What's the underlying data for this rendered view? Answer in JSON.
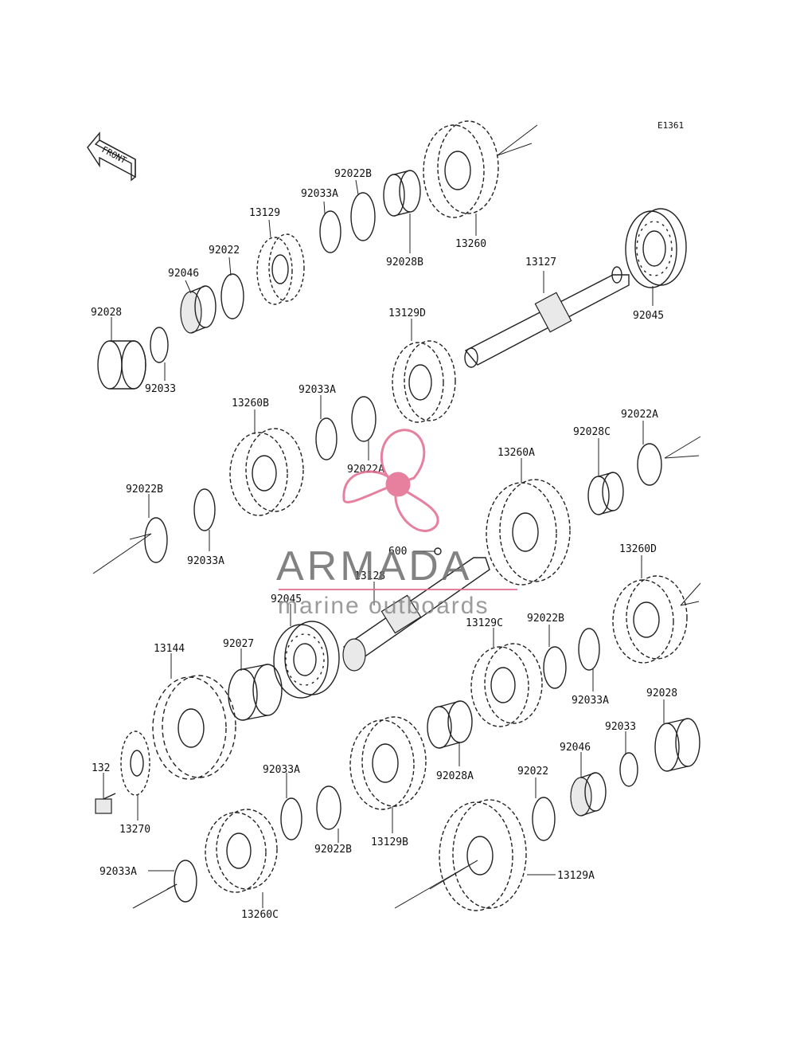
{
  "diagram": {
    "code": "E1361",
    "front_label": "FRONT",
    "parts": [
      {
        "id": "p-92028-top",
        "label": "92028",
        "kind": "collar"
      },
      {
        "id": "p-92033-top",
        "label": "92033",
        "kind": "ring"
      },
      {
        "id": "p-92046-top",
        "label": "92046",
        "kind": "bearing-needle"
      },
      {
        "id": "p-92022-top",
        "label": "92022",
        "kind": "washer"
      },
      {
        "id": "p-13129",
        "label": "13129",
        "kind": "gear"
      },
      {
        "id": "p-92033A-top",
        "label": "92033A",
        "kind": "ring"
      },
      {
        "id": "p-92022B-top",
        "label": "92022B",
        "kind": "washer"
      },
      {
        "id": "p-92028B",
        "label": "92028B",
        "kind": "bushing"
      },
      {
        "id": "p-13260",
        "label": "13260",
        "kind": "gear"
      },
      {
        "id": "p-13127",
        "label": "13127",
        "kind": "shaft"
      },
      {
        "id": "p-92045-top",
        "label": "92045",
        "kind": "bearing-ball"
      },
      {
        "id": "p-13129D",
        "label": "13129D",
        "kind": "gear"
      },
      {
        "id": "p-13260B",
        "label": "13260B",
        "kind": "gear"
      },
      {
        "id": "p-92033A-mid",
        "label": "92033A",
        "kind": "ring"
      },
      {
        "id": "p-92022A-mid",
        "label": "92022A",
        "kind": "washer"
      },
      {
        "id": "p-92022B-left",
        "label": "92022B",
        "kind": "washer"
      },
      {
        "id": "p-92033A-left",
        "label": "92033A",
        "kind": "ring"
      },
      {
        "id": "p-13260A",
        "label": "13260A",
        "kind": "gear"
      },
      {
        "id": "p-92028C",
        "label": "92028C",
        "kind": "bushing"
      },
      {
        "id": "p-92022A-right",
        "label": "92022A",
        "kind": "washer"
      },
      {
        "id": "p-600",
        "label": "600",
        "kind": "ball"
      },
      {
        "id": "p-13128",
        "label": "13128",
        "kind": "shaft"
      },
      {
        "id": "p-92045-low",
        "label": "92045",
        "kind": "bearing-ball"
      },
      {
        "id": "p-13260D",
        "label": "13260D",
        "kind": "gear"
      },
      {
        "id": "p-13144",
        "label": "13144",
        "kind": "sprocket"
      },
      {
        "id": "p-92027",
        "label": "92027",
        "kind": "collar"
      },
      {
        "id": "p-13129C",
        "label": "13129C",
        "kind": "gear"
      },
      {
        "id": "p-92022B-r",
        "label": "92022B",
        "kind": "washer"
      },
      {
        "id": "p-92033A-r",
        "label": "92033A",
        "kind": "ring"
      },
      {
        "id": "p-92028-r",
        "label": "92028",
        "kind": "collar"
      },
      {
        "id": "p-132",
        "label": "132",
        "kind": "bolt"
      },
      {
        "id": "p-13270",
        "label": "13270",
        "kind": "plate"
      },
      {
        "id": "p-92033A-low",
        "label": "92033A",
        "kind": "ring"
      },
      {
        "id": "p-92022B-low",
        "label": "92022B",
        "kind": "washer"
      },
      {
        "id": "p-13129B",
        "label": "13129B",
        "kind": "gear"
      },
      {
        "id": "p-92028A",
        "label": "92028A",
        "kind": "bushing"
      },
      {
        "id": "p-92033-r",
        "label": "92033",
        "kind": "ring"
      },
      {
        "id": "p-92046-r",
        "label": "92046",
        "kind": "bearing-needle"
      },
      {
        "id": "p-92022-r",
        "label": "92022",
        "kind": "washer"
      },
      {
        "id": "p-92033A-bl",
        "label": "92033A",
        "kind": "ring"
      },
      {
        "id": "p-13260C",
        "label": "13260C",
        "kind": "gear"
      },
      {
        "id": "p-13129A",
        "label": "13129A",
        "kind": "gear"
      }
    ]
  },
  "watermark": {
    "brand": "ARMADA",
    "tagline": "marine outboards",
    "logo_color": "#e36b8f"
  }
}
